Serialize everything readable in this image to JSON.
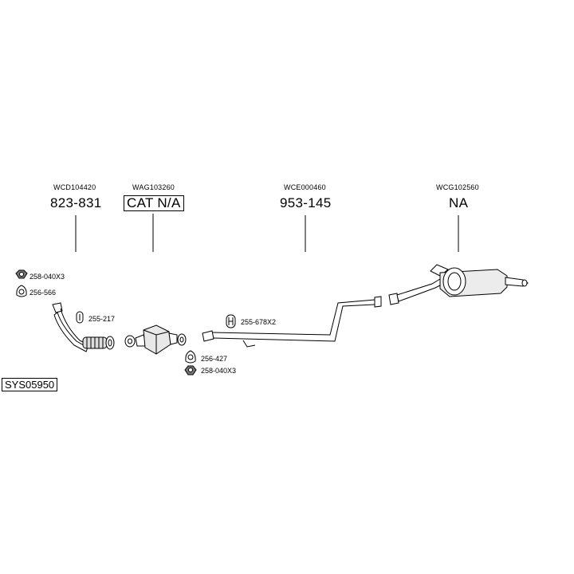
{
  "parts": [
    {
      "ref": "WCD104420",
      "number": "823-831",
      "boxed": false
    },
    {
      "ref": "WAG103260",
      "number": "CAT N/A",
      "boxed": true
    },
    {
      "ref": "WCE000460",
      "number": "953-145",
      "boxed": false
    },
    {
      "ref": "WCG102560",
      "number": "NA",
      "boxed": false
    }
  ],
  "fittings": {
    "nut_left": "258-040X3",
    "gasket_left": "256-566",
    "clamp_front": "255-217",
    "hanger": "255-678X2",
    "gasket_mid": "256-427",
    "nut_mid": "258-040X3"
  },
  "system_id": "SYS05950"
}
